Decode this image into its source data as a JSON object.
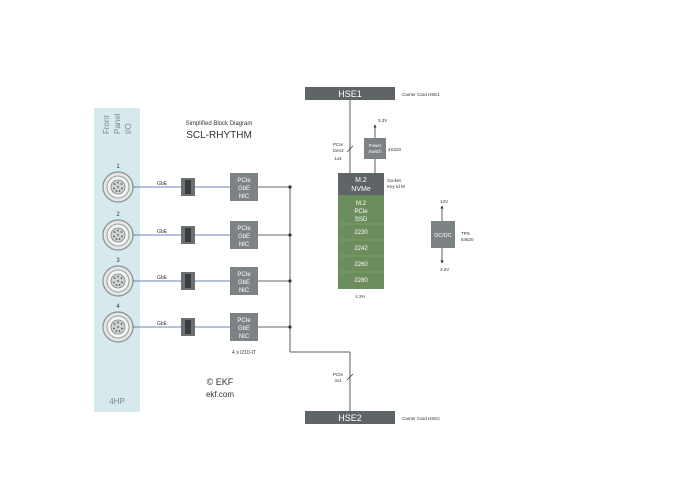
{
  "front_panel": {
    "title_lines": [
      "Front",
      "Panel",
      "I/O"
    ],
    "width_label": "4HP"
  },
  "caption": {
    "line1": "Simplified Block Diagram",
    "line2": "SCL-RHYTHM"
  },
  "copyright": {
    "line1": "© EKF",
    "line2": "ekf.com"
  },
  "ports": [
    {
      "number": "1",
      "link": "GbE",
      "nic_lines": [
        "PCIe",
        "GbE",
        "NIC"
      ]
    },
    {
      "number": "2",
      "link": "GbE",
      "nic_lines": [
        "PCIe",
        "GbE",
        "NIC"
      ]
    },
    {
      "number": "3",
      "link": "GbE",
      "nic_lines": [
        "PCIe",
        "GbE",
        "NIC"
      ]
    },
    {
      "number": "4",
      "link": "GbE",
      "nic_lines": [
        "PCIe",
        "GbE",
        "NIC"
      ]
    }
  ],
  "nic_note": "4 x I210-IT",
  "hse1": {
    "label": "HSE1",
    "note": "Carrier Card HSE1"
  },
  "hse2": {
    "label": "HSE2",
    "note": "Carrier Card HSE2"
  },
  "pcie_top": {
    "lines": [
      "PCIe",
      "Gen3",
      "1x4"
    ]
  },
  "pcie_bottom": {
    "lines": [
      "PCIe",
      "4x1"
    ]
  },
  "power_switch": {
    "lines": [
      "Power",
      "Switch"
    ],
    "supply": "3.3V",
    "part": "4S320"
  },
  "m2_socket": {
    "lines": [
      "M.2",
      "NVMe"
    ],
    "side_lines": [
      "Socket",
      "Key Id M"
    ]
  },
  "ssd": {
    "lines": [
      "M.2",
      "PCIe",
      "SSD"
    ],
    "sizes": [
      "2230",
      "2242",
      "2260",
      "2280"
    ],
    "note": "4 2H"
  },
  "dcdc": {
    "label": "DC/DC",
    "in": "12V",
    "out": "3.3V",
    "part_lines": [
      "TPS",
      "54620"
    ]
  },
  "colors": {
    "panel": "#d6e9ec",
    "dark_box": "#5f6467",
    "grey_box": "#7d8385",
    "green": "#6c8d5c",
    "link_blue": "#3b5a9a",
    "text": "#333333"
  }
}
